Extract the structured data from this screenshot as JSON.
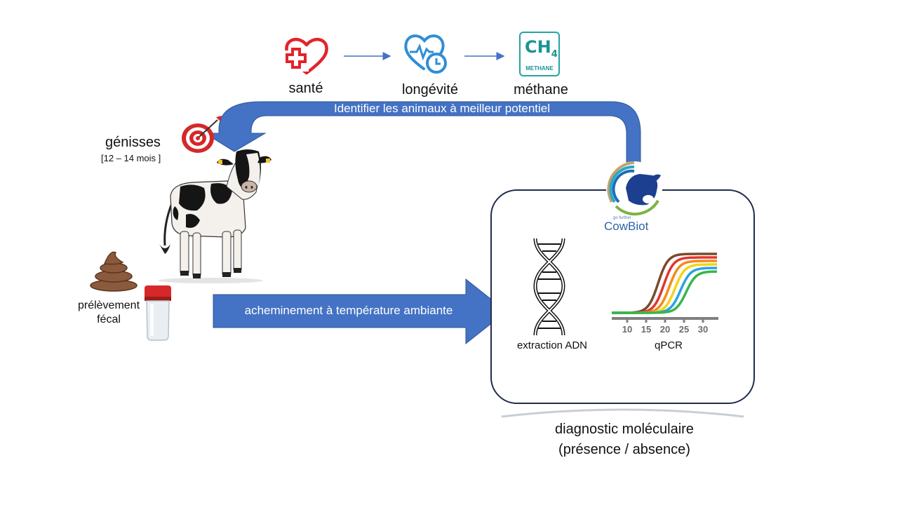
{
  "top_row": {
    "items": [
      {
        "label": "santé",
        "icon": "health-heart-cross-icon"
      },
      {
        "label": "longévité",
        "icon": "heart-clock-icon"
      },
      {
        "label": "méthane",
        "icon": "methane-icon"
      }
    ],
    "methane_formula": "CH",
    "methane_subscript": "4",
    "methane_caption": "METHANE"
  },
  "feedback_arrow_label": "Identifier les animaux à meilleur potentiel",
  "heifers": {
    "title": "génisses",
    "age_range": "[12 – 14 mois ]",
    "target_icon": "target-dart-icon",
    "animal_icon": "cow-illustration"
  },
  "sample": {
    "label_line1": "prélèvement",
    "label_line2": "fécal",
    "icons": [
      "feces-icon",
      "sample-container-icon"
    ]
  },
  "transport_arrow_label": "acheminement à température ambiante",
  "lab": {
    "logo_tagline": "go further",
    "logo_name": "CowBiot",
    "dna_label": "extraction ADN",
    "qpcr_label": "qPCR",
    "qpcr_ticks": [
      "10",
      "15",
      "20",
      "25",
      "30"
    ],
    "qpcr_colors": [
      "#7b4a2a",
      "#e3342f",
      "#f28c1a",
      "#f5d21b",
      "#29a3e0",
      "#39b54a"
    ],
    "caption_line1": "diagnostic moléculaire",
    "caption_line2": "(présence / absence)"
  },
  "colors": {
    "arrow_blue": "#4472c4",
    "arrow_blue_dark": "#2f5597",
    "box_border": "#1f2d4a"
  }
}
